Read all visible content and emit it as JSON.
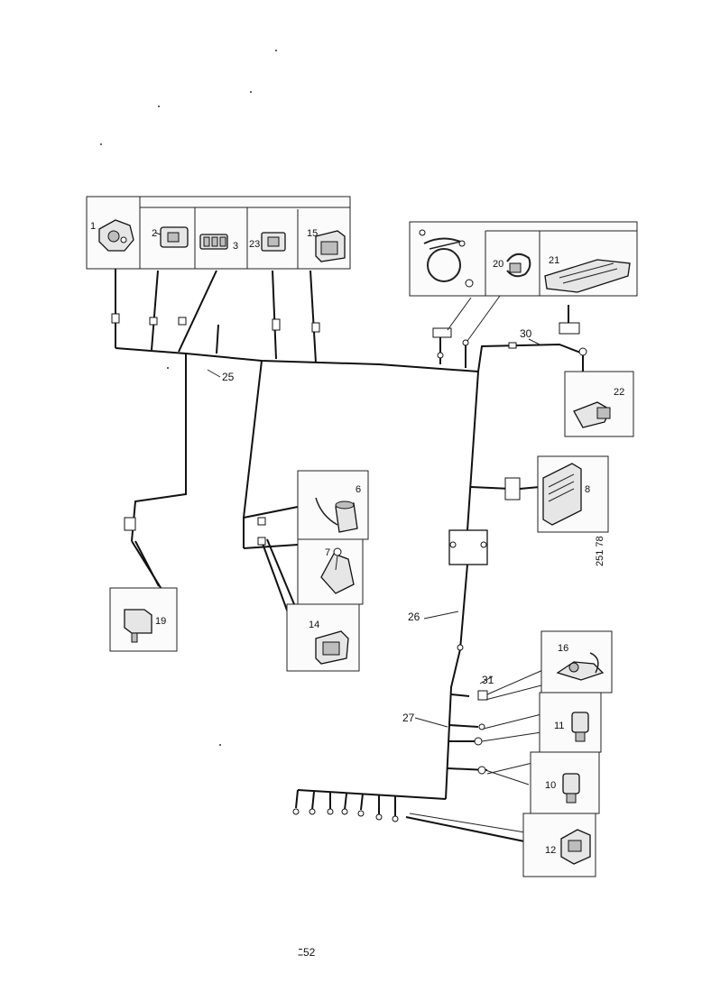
{
  "diagram": {
    "components": [
      {
        "id": "c1",
        "number": "1"
      },
      {
        "id": "c2",
        "number": "2"
      },
      {
        "id": "c3",
        "number": "3"
      },
      {
        "id": "c23",
        "number": "23"
      },
      {
        "id": "c15",
        "number": "15"
      },
      {
        "id": "c20",
        "number": "20"
      },
      {
        "id": "c21",
        "number": "21"
      },
      {
        "id": "c22",
        "number": "22"
      },
      {
        "id": "c8",
        "number": "8"
      },
      {
        "id": "c6",
        "number": "6"
      },
      {
        "id": "c7",
        "number": "7"
      },
      {
        "id": "c14",
        "number": "14"
      },
      {
        "id": "c19",
        "number": "19"
      },
      {
        "id": "c16",
        "number": "16"
      },
      {
        "id": "c11",
        "number": "11"
      },
      {
        "id": "c10",
        "number": "10"
      },
      {
        "id": "c12",
        "number": "12"
      }
    ],
    "harnesses": [
      {
        "id": "h25",
        "number": "25"
      },
      {
        "id": "h26",
        "number": "26"
      },
      {
        "id": "h27",
        "number": "27"
      },
      {
        "id": "h30",
        "number": "30"
      },
      {
        "id": "h31",
        "number": "31"
      }
    ],
    "reference_code": "251 78",
    "page_mark": "ﾆ52"
  }
}
